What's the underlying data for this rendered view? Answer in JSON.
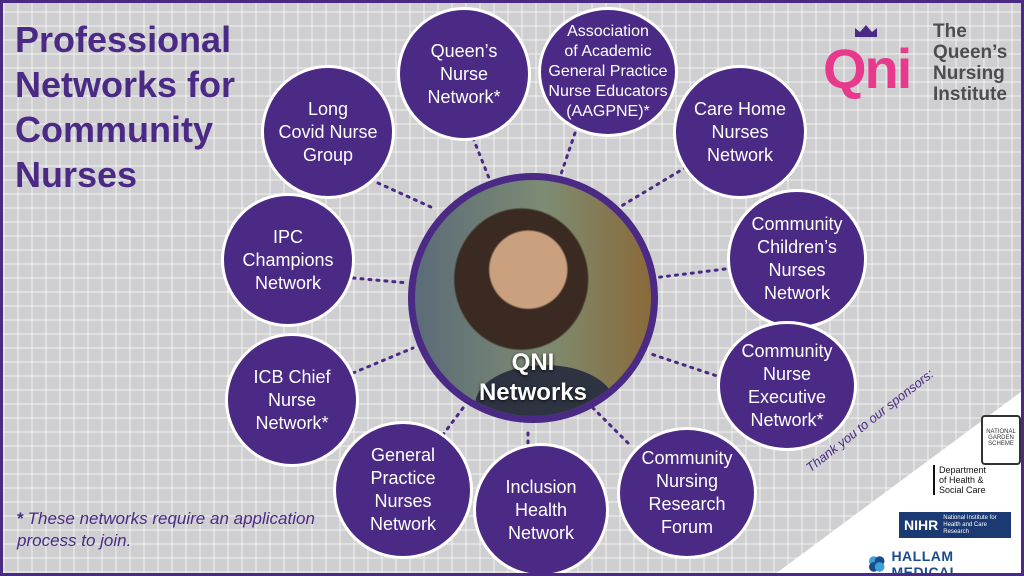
{
  "title": {
    "line1": "Professional",
    "line2": "Networks for",
    "line3": "Community",
    "line4": "Nurses"
  },
  "center": {
    "line1": "QNI",
    "line2": "Networks"
  },
  "networks": [
    {
      "id": "queens-nurse-network",
      "lines": [
        "Queen’s",
        "Nurse",
        "Network*"
      ]
    },
    {
      "id": "aagpne",
      "lines": [
        "Association",
        "of Academic",
        "General Practice",
        "Nurse Educators",
        "(AAGPNE)*"
      ]
    },
    {
      "id": "care-home-nurses-network",
      "lines": [
        "Care Home",
        "Nurses",
        "Network"
      ]
    },
    {
      "id": "community-childrens-nurses-network",
      "lines": [
        "Community",
        "Children’s",
        "Nurses",
        "Network"
      ]
    },
    {
      "id": "community-nurse-executive-network",
      "lines": [
        "Community",
        "Nurse",
        "Executive",
        "Network*"
      ]
    },
    {
      "id": "community-nursing-research-forum",
      "lines": [
        "Community",
        "Nursing",
        "Research",
        "Forum"
      ]
    },
    {
      "id": "inclusion-health-network",
      "lines": [
        "Inclusion",
        "Health",
        "Network"
      ]
    },
    {
      "id": "general-practice-nurses-network",
      "lines": [
        "General",
        "Practice",
        "Nurses",
        "Network"
      ]
    },
    {
      "id": "icb-chief-nurse-network",
      "lines": [
        "ICB Chief",
        "Nurse",
        "Network*"
      ]
    },
    {
      "id": "ipc-champions-network",
      "lines": [
        "IPC",
        "Champions",
        "Network"
      ]
    },
    {
      "id": "long-covid-nurse-group",
      "lines": [
        "Long",
        "Covid Nurse",
        "Group"
      ]
    }
  ],
  "footnote": {
    "star": "*",
    "text": "These networks require an application process to join."
  },
  "brand": {
    "mark": "Qni",
    "line1": "The",
    "line2": "Queen’s",
    "line3": "Nursing",
    "line4": "Institute"
  },
  "sponsors": {
    "thanks": "Thank you to our sponsors:",
    "garden": "NATIONAL GARDEN SCHEME",
    "dhsc": [
      "Department",
      "of Health &",
      "Social Care"
    ],
    "nihr": "NIHR",
    "nihr_sub": [
      "National Institute for",
      "Health and Care Research"
    ],
    "hallam": "HALLAM MEDICAL"
  },
  "colors": {
    "purple": "#4b2a86",
    "pink": "#e8398d",
    "background": "#cfcfd1"
  }
}
